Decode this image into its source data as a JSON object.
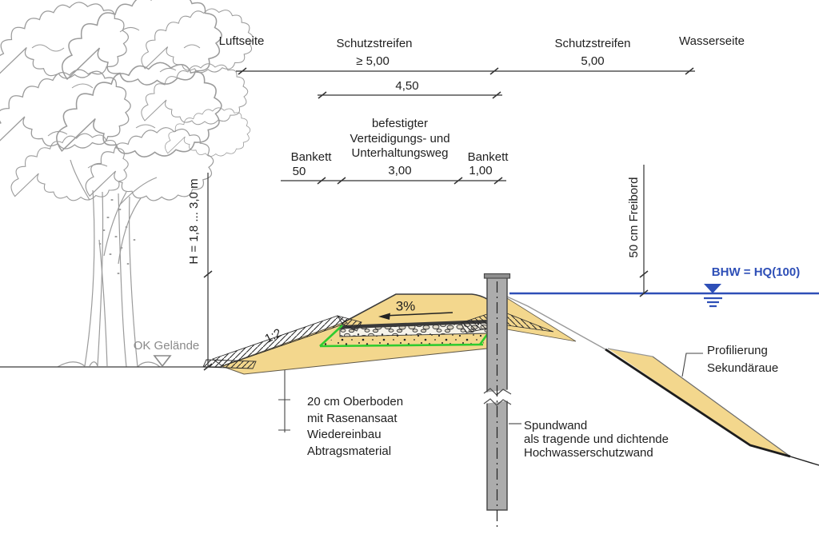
{
  "drawing_title": "Deichquerschnitt mit Spundwand (flood-protection dike cross-section)",
  "colors": {
    "sand_fill": "#F3D78D",
    "water_blue": "#2E4FB7",
    "geotextile_green": "#2FCB2F",
    "wall_gray": "#ACACAC",
    "terrain_gray": "#999999",
    "sketch_gray": "#9b9b9b",
    "line_dark": "#2b2b2b"
  },
  "labels": {
    "luftseite": "Luftseite",
    "schutzstreifen_left": "Schutzstreifen",
    "geq_500": "≥ 5,00",
    "dim_450": "4,50",
    "schutzstreifen_right": "Schutzstreifen",
    "dim_500": "5,00",
    "wasserseite": "Wasserseite",
    "weg_l1": "befestigter",
    "weg_l2": "Verteidigungs- und",
    "weg_l3": "Unterhaltungsweg",
    "bankett_left": "Bankett",
    "dim_50": "50",
    "dim_300": "3,00",
    "bankett_right": "Bankett",
    "dim_100": "1,00",
    "h_dim": "H = 1,8 ... 3,0 m",
    "freibord": "50 cm Freibord",
    "bhw": "BHW = HQ(100)",
    "ok_gelaende": "OK Gelände",
    "slope_ratio": "1:2",
    "crest_slope": "3%",
    "oberboden_l1": "20 cm Oberboden",
    "oberboden_l2": "mit Rasenansaat",
    "wiedereinbau_l1": "Wiedereinbau",
    "wiedereinbau_l2": "Abtragsmaterial",
    "spundwand_l1": "Spundwand",
    "spundwand_l2": "als tragende und dichtende",
    "spundwand_l3": "Hochwasserschutzwand",
    "profilierung_l1": "Profilierung",
    "profilierung_l2": "Sekundäraue"
  }
}
